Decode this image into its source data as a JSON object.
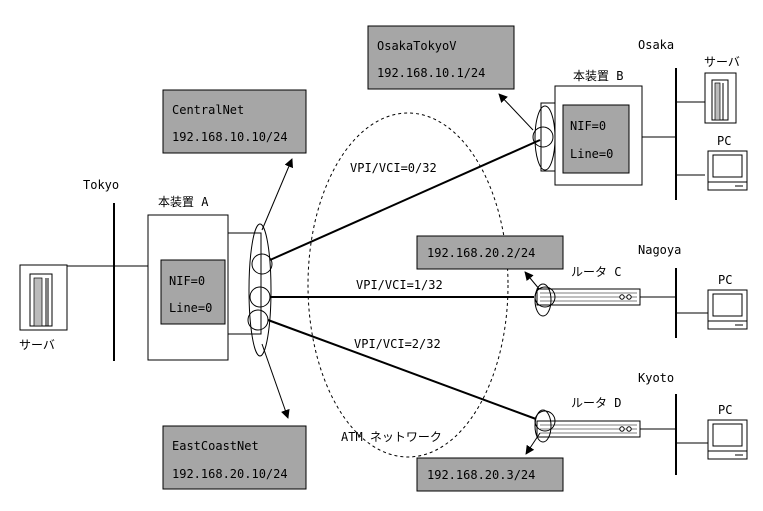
{
  "sites": {
    "tokyo": "Tokyo",
    "osaka": "Osaka",
    "nagoya": "Nagoya",
    "kyoto": "Kyoto"
  },
  "device_a": {
    "title": "本装置 A",
    "nif": "NIF=0",
    "line": "Line=0"
  },
  "device_b": {
    "title": "本装置 B",
    "nif": "NIF=0",
    "line": "Line=0"
  },
  "router_c": {
    "title": "ルータ C"
  },
  "router_d": {
    "title": "ルータ D"
  },
  "interfaces": {
    "central": {
      "name": "CentralNet",
      "ip": "192.168.10.10/24"
    },
    "eastcoast": {
      "name": "EastCoastNet",
      "ip": "192.168.20.10/24"
    },
    "osakatokyo": {
      "name": "OsakaTokyoV",
      "ip": "192.168.10.1/24"
    },
    "router_c_ip": "192.168.20.2/24",
    "router_d_ip": "192.168.20.3/24"
  },
  "vcs": {
    "to_b": "VPI/VCI=0/32",
    "to_c": "VPI/VCI=1/32",
    "to_d": "VPI/VCI=2/32"
  },
  "atm_label": "ATM ネットワーク",
  "hosts": {
    "server_tokyo": "サーバ",
    "server_osaka": "サーバ",
    "pc_osaka": "PC",
    "pc_nagoya": "PC",
    "pc_kyoto": "PC"
  }
}
